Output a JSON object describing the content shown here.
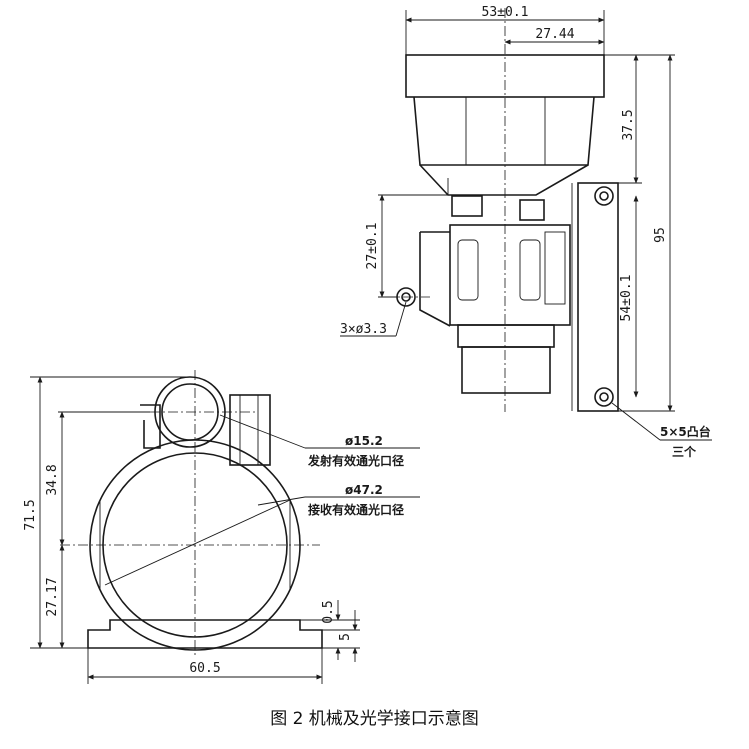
{
  "caption": "图 2  机械及光学接口示意图",
  "dims": {
    "width_top": "53±0.1",
    "offset_top": "27.44",
    "right_37": "37.5",
    "right_95": "95",
    "right_54": "54±0.1",
    "left_27": "27±0.1",
    "holes": "3×ø3.3",
    "boss": "5×5凸台",
    "boss2": "三个",
    "height_71": "71.5",
    "height_34": "34.8",
    "height_27": "27.17",
    "base_05": "0.5",
    "base_5": "5",
    "width_60": "60.5",
    "d_tx": "ø15.2",
    "d_tx_label": "发射有效通光口径",
    "d_rx": "ø47.2",
    "d_rx_label": "接收有效通光口径"
  }
}
